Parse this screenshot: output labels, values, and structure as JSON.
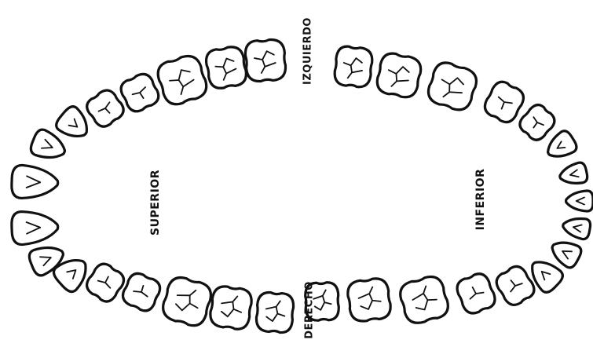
{
  "diagram": {
    "labels": {
      "upper_arch": "SUPERIOR",
      "lower_arch": "INFERIOR",
      "left_side": "IZQUIERDO",
      "right_side": "DERECHO"
    },
    "arches": [
      {
        "name": "SUPERIOR",
        "teeth_count": 16
      },
      {
        "name": "INFERIOR",
        "teeth_count": 16
      }
    ]
  }
}
